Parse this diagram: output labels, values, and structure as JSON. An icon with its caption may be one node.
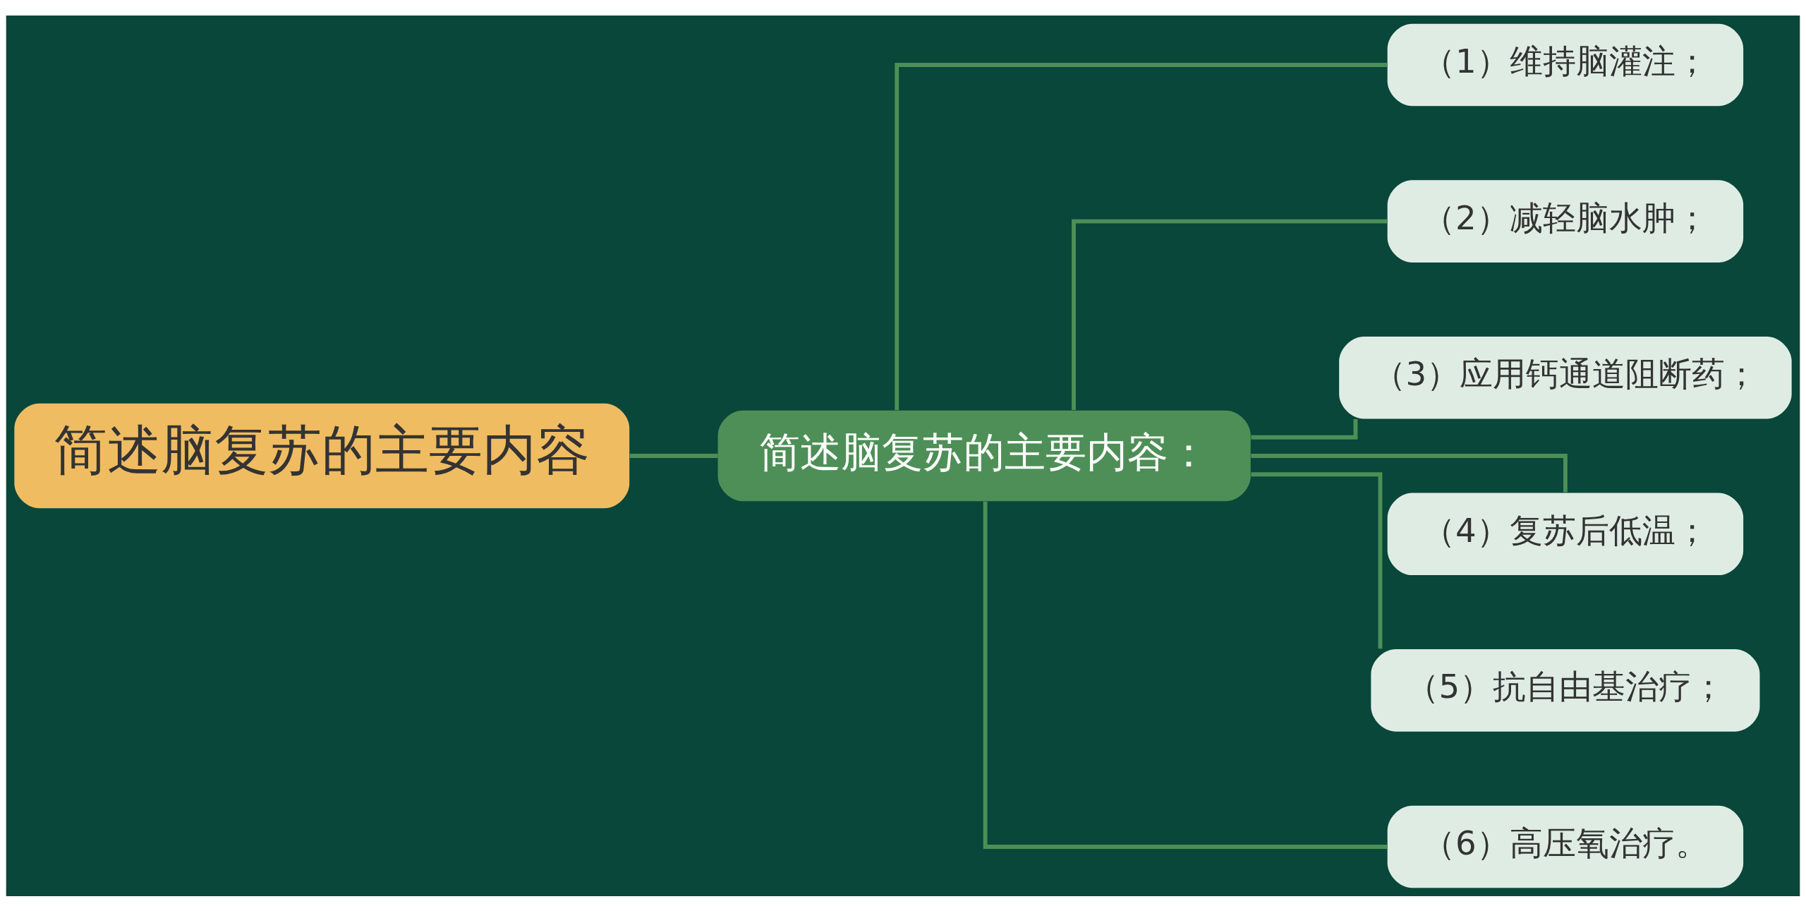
{
  "diagram": {
    "nodes": [
      {
        "text": [
          "简述脑复苏的主要内容"
        ]
      },
      {
        "text": [
          "简述脑复苏的主要内容："
        ]
      },
      {
        "text": [
          "（1）维持脑灌注；"
        ]
      },
      {
        "text": [
          "（2）减轻脑水肿；"
        ]
      },
      {
        "text": [
          "（3）应用钙通道阻断药；"
        ]
      },
      {
        "text": [
          "（4）复苏后低温；"
        ]
      },
      {
        "text": [
          "（5）抗自由基治疗；"
        ]
      },
      {
        "text": [
          "（6）高压氧治疗。"
        ]
      }
    ],
    "edges": [
      {
        "from": 0,
        "to": 1,
        "arrow": "none"
      },
      {
        "from": 1,
        "to": 2,
        "arrow": "none"
      },
      {
        "from": 1,
        "to": 3,
        "arrow": "none"
      },
      {
        "from": 1,
        "to": 4,
        "arrow": "none"
      },
      {
        "from": 1,
        "to": 5,
        "arrow": "none"
      },
      {
        "from": 1,
        "to": 6,
        "arrow": "none"
      },
      {
        "from": 1,
        "to": 7,
        "arrow": "none"
      }
    ]
  }
}
